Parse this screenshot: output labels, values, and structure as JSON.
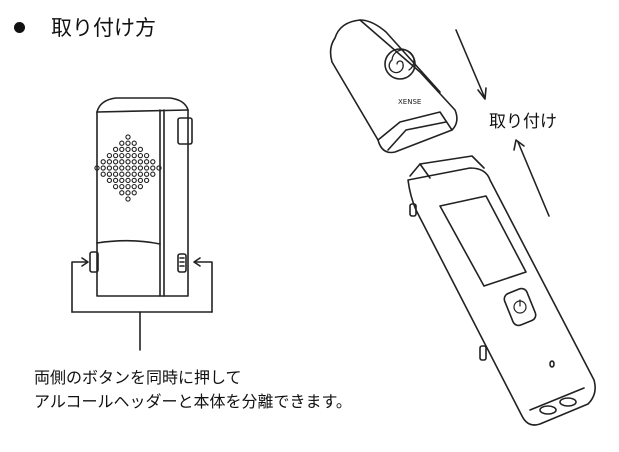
{
  "heading": "取り付け方",
  "attach_label": "取り付け",
  "instruction_lines": [
    "両側のボタンを同時に押して",
    "アルコールヘッダーと本体を分離できます。"
  ],
  "logo_text": "XENSE"
}
